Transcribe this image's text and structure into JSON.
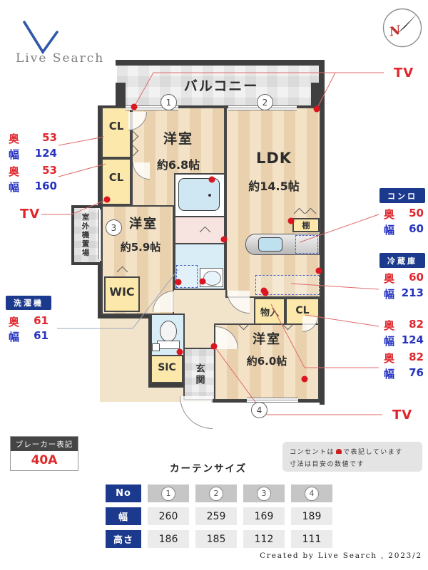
{
  "logo": {
    "text": "Live Search"
  },
  "compass": {
    "north_label": "N"
  },
  "plan": {
    "balcony_label": "バルコニー",
    "rooms": {
      "bed1": {
        "name": "洋室",
        "size": "約6.8帖"
      },
      "ldk": {
        "name": "LDK",
        "size": "約14.5帖"
      },
      "bed2": {
        "name": "洋室",
        "size": "約5.9帖"
      },
      "bed3": {
        "name": "洋室",
        "size": "約6.0帖"
      }
    },
    "labels": {
      "cl1": "CL",
      "cl2": "CL",
      "cl3": "CL",
      "wic": "WIC",
      "sic": "SIC",
      "monoire": "物入",
      "shelf": "棚",
      "genkan": "玄関",
      "outdoor_unit": "室外機置場"
    },
    "windows": [
      "1",
      "2",
      "3",
      "4"
    ]
  },
  "annotations": {
    "depth_label": "奥",
    "width_label": "幅",
    "tv_label": "TV",
    "left_dims": [
      {
        "depth": "53",
        "width": "124"
      },
      {
        "depth": "53",
        "width": "160"
      }
    ],
    "washer": {
      "title": "洗濯機",
      "depth": "61",
      "width": "61"
    },
    "stove": {
      "title": "コンロ",
      "depth": "50",
      "width": "60"
    },
    "fridge": {
      "title": "冷蔵庫",
      "depth": "60",
      "width": "213"
    },
    "right_dims": [
      {
        "depth": "82",
        "width": "124"
      },
      {
        "depth": "82",
        "width": "76"
      }
    ]
  },
  "breaker": {
    "title": "ブレーカー表記",
    "value": "40A"
  },
  "curtain_table": {
    "title": "カーテンサイズ",
    "row_headers": [
      "No",
      "幅",
      "高さ"
    ],
    "windows": [
      "1",
      "2",
      "3",
      "4"
    ],
    "widths": [
      "260",
      "259",
      "169",
      "189"
    ],
    "heights": [
      "186",
      "185",
      "112",
      "111"
    ]
  },
  "note": {
    "line1_prefix": "コンセントは",
    "line1_suffix": "で表記しています",
    "line2": "寸法は目安の数値です"
  },
  "credit": "Created by Live Search , 2023/2",
  "colors": {
    "accent_red": "#e0262c",
    "accent_blue": "#2633c0",
    "badge_blue": "#1c3a8d",
    "wall": "#3f3f3f",
    "outlet_red": "#dc1620"
  }
}
